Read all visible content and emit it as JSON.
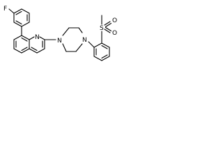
{
  "molecule": {
    "atoms": {
      "fluorine": "F",
      "quinoline_nitrogen": "N",
      "piperazine_nitrogen_left": "N",
      "piperazine_nitrogen_right": "N",
      "sulfur": "S",
      "oxygen_upper": "O",
      "oxygen_lower": "O"
    }
  }
}
